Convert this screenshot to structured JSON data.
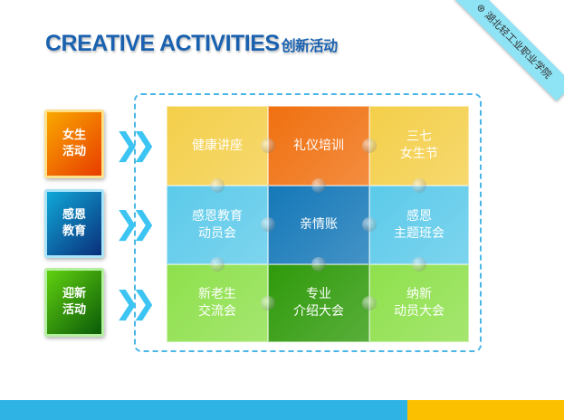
{
  "title": {
    "en": "CREATIVE ACTIVITIES",
    "zh": "创新活动"
  },
  "logo_text": "湖北轻工业职业学院",
  "categories": [
    {
      "label": "女生活动",
      "color": "#f05a00"
    },
    {
      "label": "感恩教育",
      "color": "#0a5fa8"
    },
    {
      "label": "迎新活动",
      "color": "#2f9a0a"
    }
  ],
  "grid": [
    {
      "label": "健康讲座",
      "color": "#f4cf4a"
    },
    {
      "label": "礼仪培训",
      "color": "#f07010"
    },
    {
      "label": "三七\n女生节",
      "color": "#f4cf4a"
    },
    {
      "label": "感恩教育\n动员会",
      "color": "#5ccaea"
    },
    {
      "label": "亲情账",
      "color": "#1578b8"
    },
    {
      "label": "感恩\n主题班会",
      "color": "#5ccaea"
    },
    {
      "label": "新老生\n交流会",
      "color": "#8ee04c"
    },
    {
      "label": "专业\n介绍大会",
      "color": "#2f9a0a"
    },
    {
      "label": "纳新\n动员大会",
      "color": "#8ee04c"
    }
  ]
}
